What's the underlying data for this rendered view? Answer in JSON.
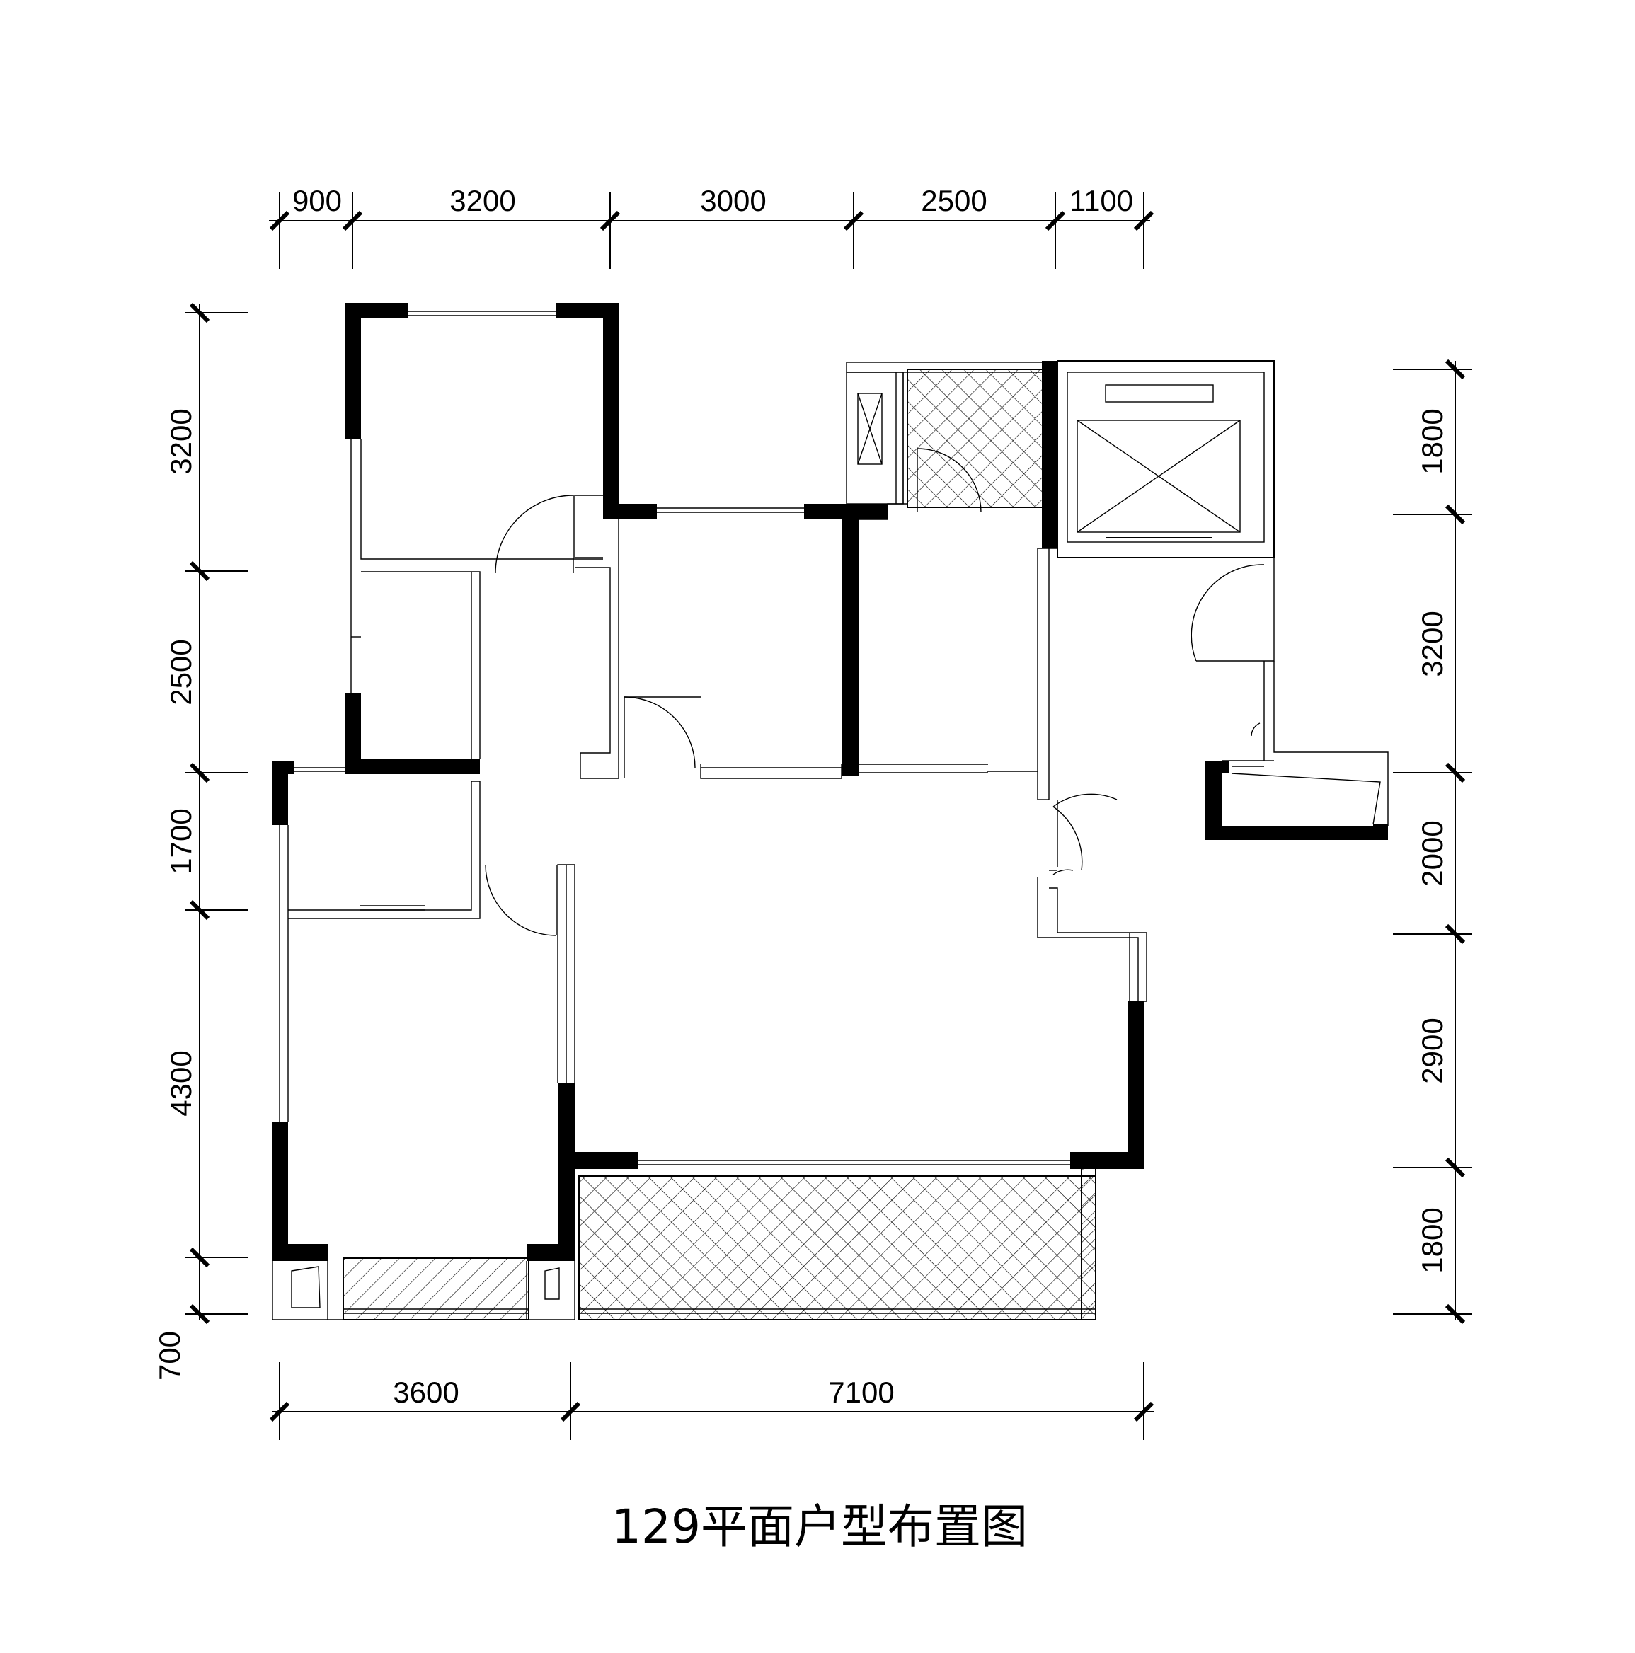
{
  "title": "129平面户型布置图",
  "dimensions": {
    "top": [
      "900",
      "3200",
      "3000",
      "2500",
      "1100"
    ],
    "bottom": [
      "3600",
      "7100"
    ],
    "left": [
      "3200",
      "2500",
      "1700",
      "4300",
      "700"
    ],
    "right": [
      "1800",
      "3200",
      "2000",
      "2900",
      "1800"
    ]
  },
  "colors": {
    "ink": "#000000",
    "paper": "#ffffff"
  }
}
